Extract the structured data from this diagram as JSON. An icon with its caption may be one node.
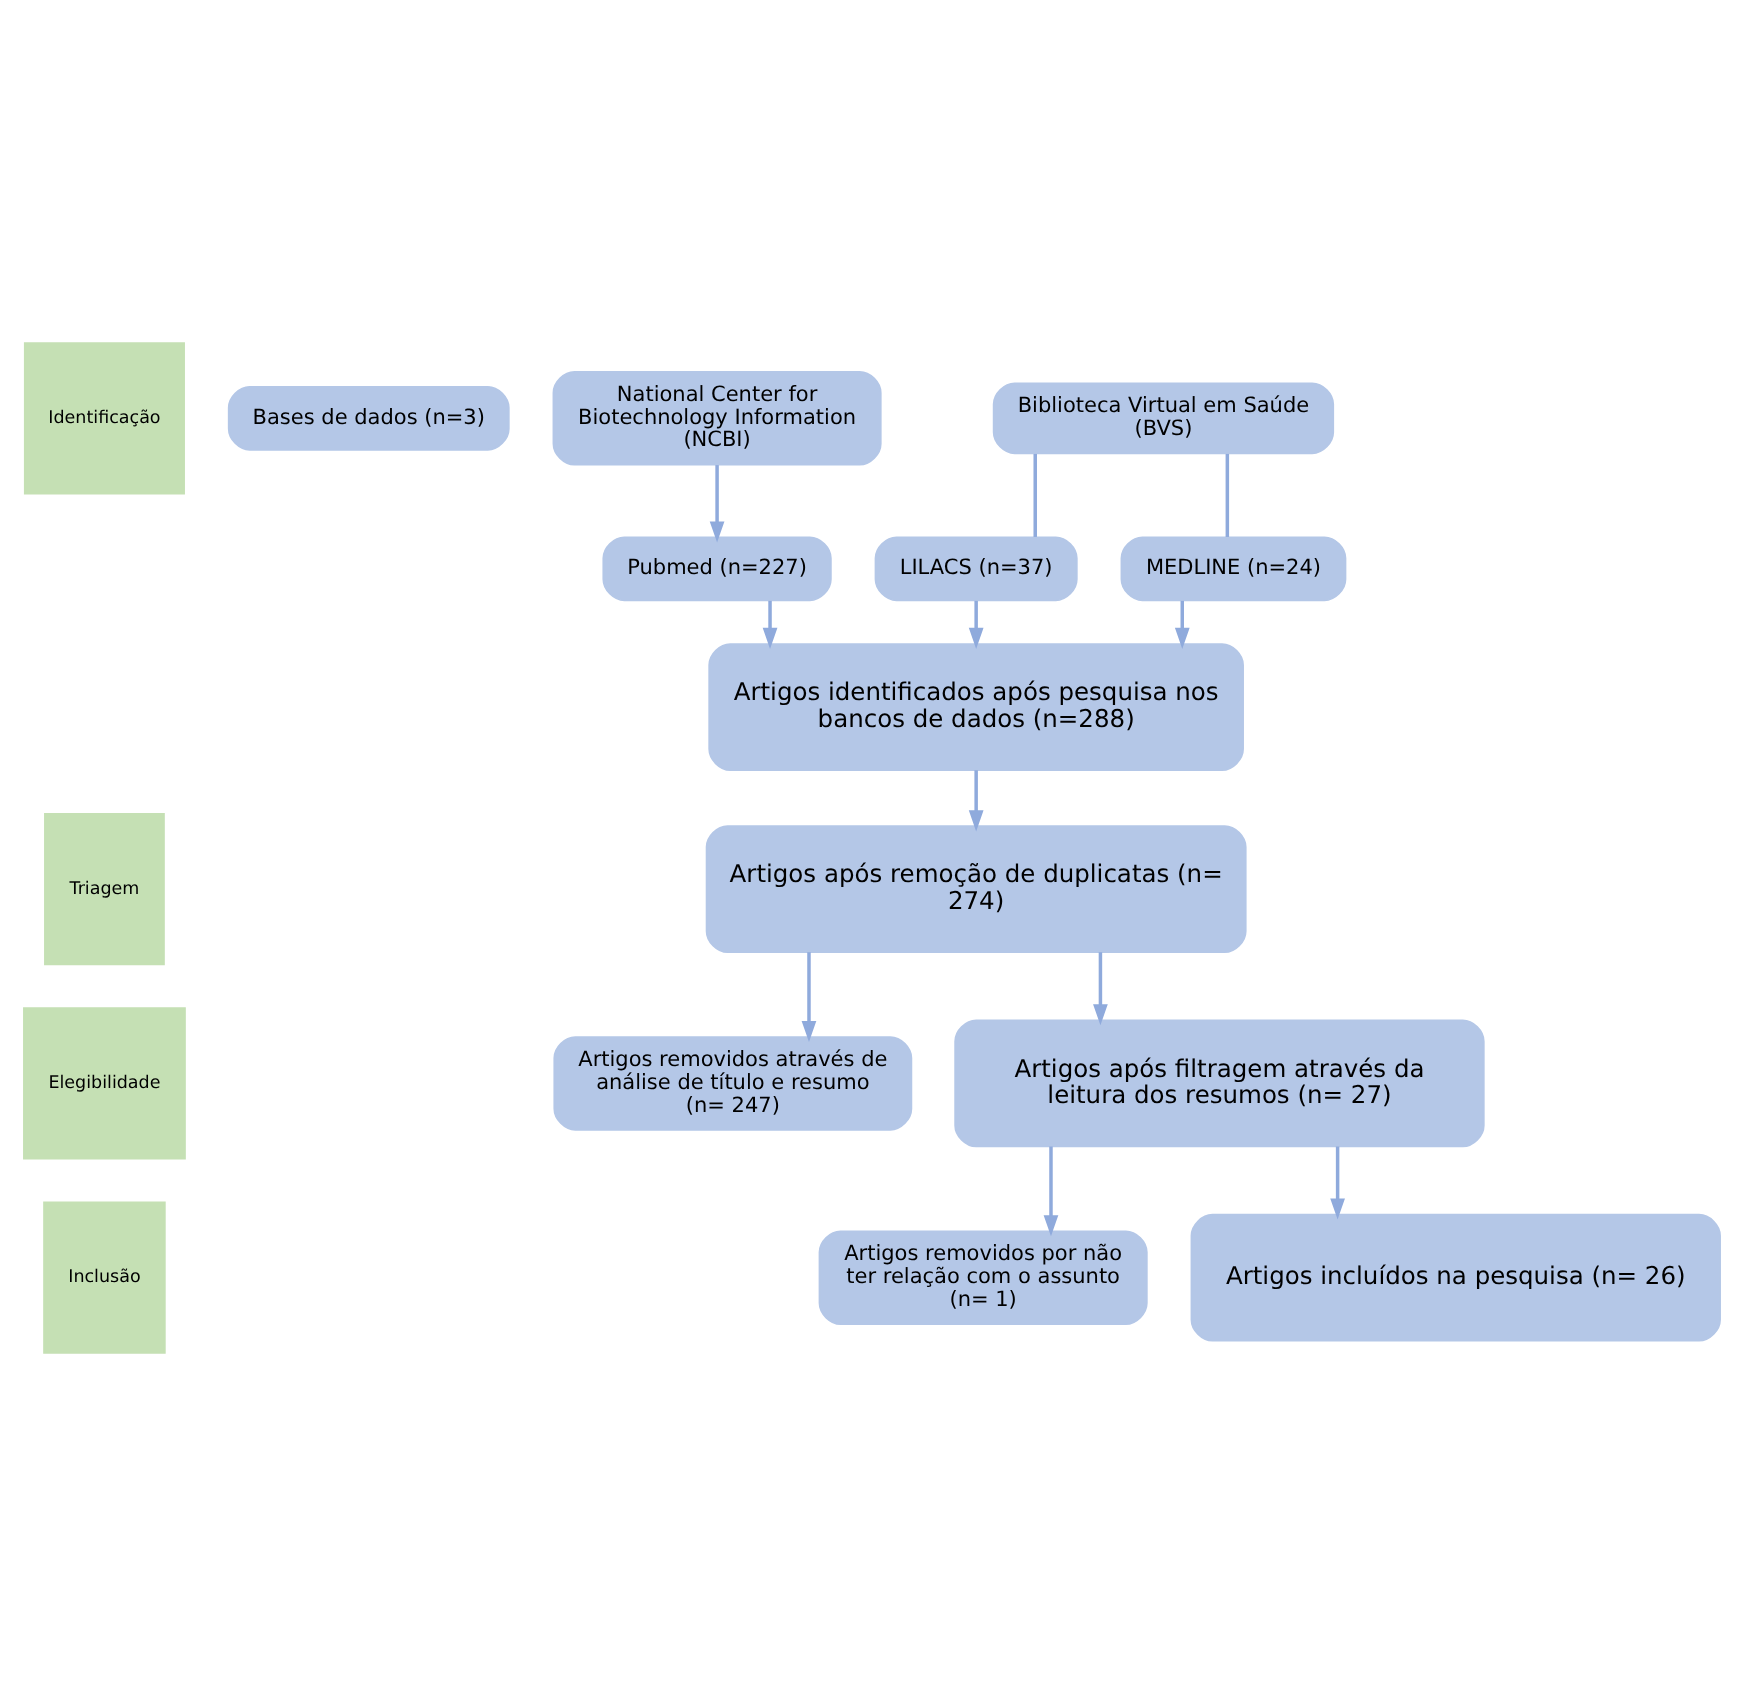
{
  "diagram": {
    "nodes": [
      {
        "text": [
          "Identificação"
        ]
      },
      {
        "text": [
          "Bases de dados (n=3)"
        ]
      },
      {
        "text": [
          "National Center for Biotechnology Information (NCBI)"
        ]
      },
      {
        "text": [
          "Biblioteca Virtual em Saúde (BVS)"
        ]
      },
      {
        "text": [
          "Pubmed (n=227)"
        ]
      },
      {
        "text": [
          "LILACS (n=37)"
        ]
      },
      {
        "text": [
          "MEDLINE (n=24)"
        ]
      },
      {
        "text": [
          "Artigos identificados após pesquisa nos bancos de dados (n=288)"
        ]
      },
      {
        "text": [
          "Triagem"
        ]
      },
      {
        "text": [
          "Artigos após remoção de duplicatas (n= 274)"
        ]
      },
      {
        "text": [
          "Artigos removidos através de análise de título e resumo (n= 247)"
        ]
      },
      {
        "text": [
          "Elegibilidade"
        ]
      },
      {
        "text": [
          "Artigos após filtragem através da leitura dos resumos (n= 27)"
        ]
      },
      {
        "text": [
          "Artigos removidos por não ter relação com o assunto (n= 1)"
        ]
      },
      {
        "text": [
          "Inclusão"
        ]
      },
      {
        "text": [
          "Artigos incluídos na pesquisa (n= 26)"
        ]
      }
    ],
    "edges": [
      {
        "from": 2,
        "to": 4,
        "arrow": "to"
      },
      {
        "from": 3,
        "to": 5,
        "arrow": "none"
      },
      {
        "from": 3,
        "to": 6,
        "arrow": "none"
      },
      {
        "from": 4,
        "to": 7,
        "arrow": "to"
      },
      {
        "from": 5,
        "to": 7,
        "arrow": "to"
      },
      {
        "from": 6,
        "to": 7,
        "arrow": "to"
      },
      {
        "from": 7,
        "to": 9,
        "arrow": "to"
      },
      {
        "from": 9,
        "to": 10,
        "arrow": "to"
      },
      {
        "from": 9,
        "to": 12,
        "arrow": "to"
      },
      {
        "from": 12,
        "to": 13,
        "arrow": "to"
      },
      {
        "from": 12,
        "to": 15,
        "arrow": "to"
      }
    ]
  }
}
